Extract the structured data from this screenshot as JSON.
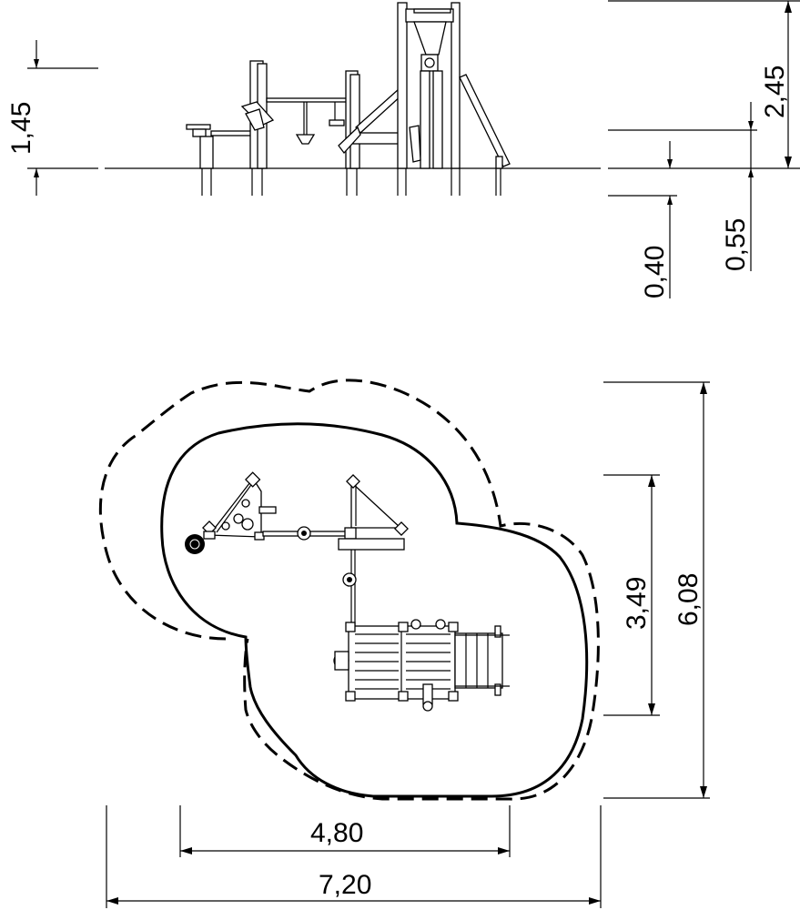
{
  "drawing": {
    "elevation_dimensions": {
      "height_left": "1,45",
      "height_total": "2,45",
      "depth_small": "0,40",
      "depth_large": "0,55"
    },
    "plan_dimensions": {
      "width_inner": "4,80",
      "width_outer": "7,20",
      "depth_inner": "3,49",
      "depth_outer": "6,08"
    },
    "stroke_color": "#000000",
    "background_color": "#ffffff"
  }
}
